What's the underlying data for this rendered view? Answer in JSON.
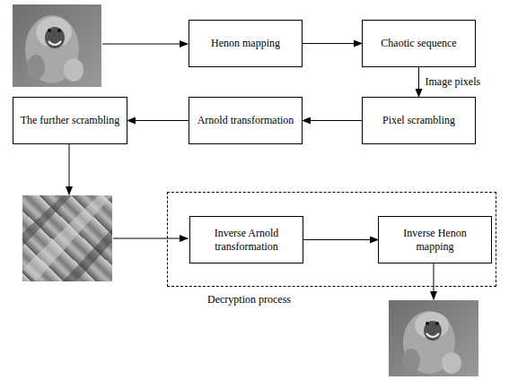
{
  "diagram": {
    "nodes": [
      {
        "text": [
          "Henon mapping"
        ]
      },
      {
        "text": [
          "Chaotic sequence"
        ]
      },
      {
        "text": [
          "Pixel scrambling"
        ]
      },
      {
        "text": [
          "Arnold transformation"
        ]
      },
      {
        "text": [
          "The further scrambling"
        ]
      },
      {
        "text": [
          "Decryption process"
        ]
      },
      {
        "text": [
          "Inverse Arnold transformation"
        ],
        "in": 5
      },
      {
        "text": [
          "Inverse Henon mapping"
        ],
        "in": 5
      }
    ],
    "edges": [
      {
        "from": 0,
        "to": 1,
        "arrow": "to"
      },
      {
        "from": 1,
        "to": 2,
        "label": "Image pixels",
        "arrow": "to"
      },
      {
        "from": 2,
        "to": 3,
        "arrow": "to"
      },
      {
        "from": 3,
        "to": 4,
        "arrow": "to"
      },
      {
        "from": 6,
        "to": 7,
        "arrow": "to"
      }
    ]
  }
}
